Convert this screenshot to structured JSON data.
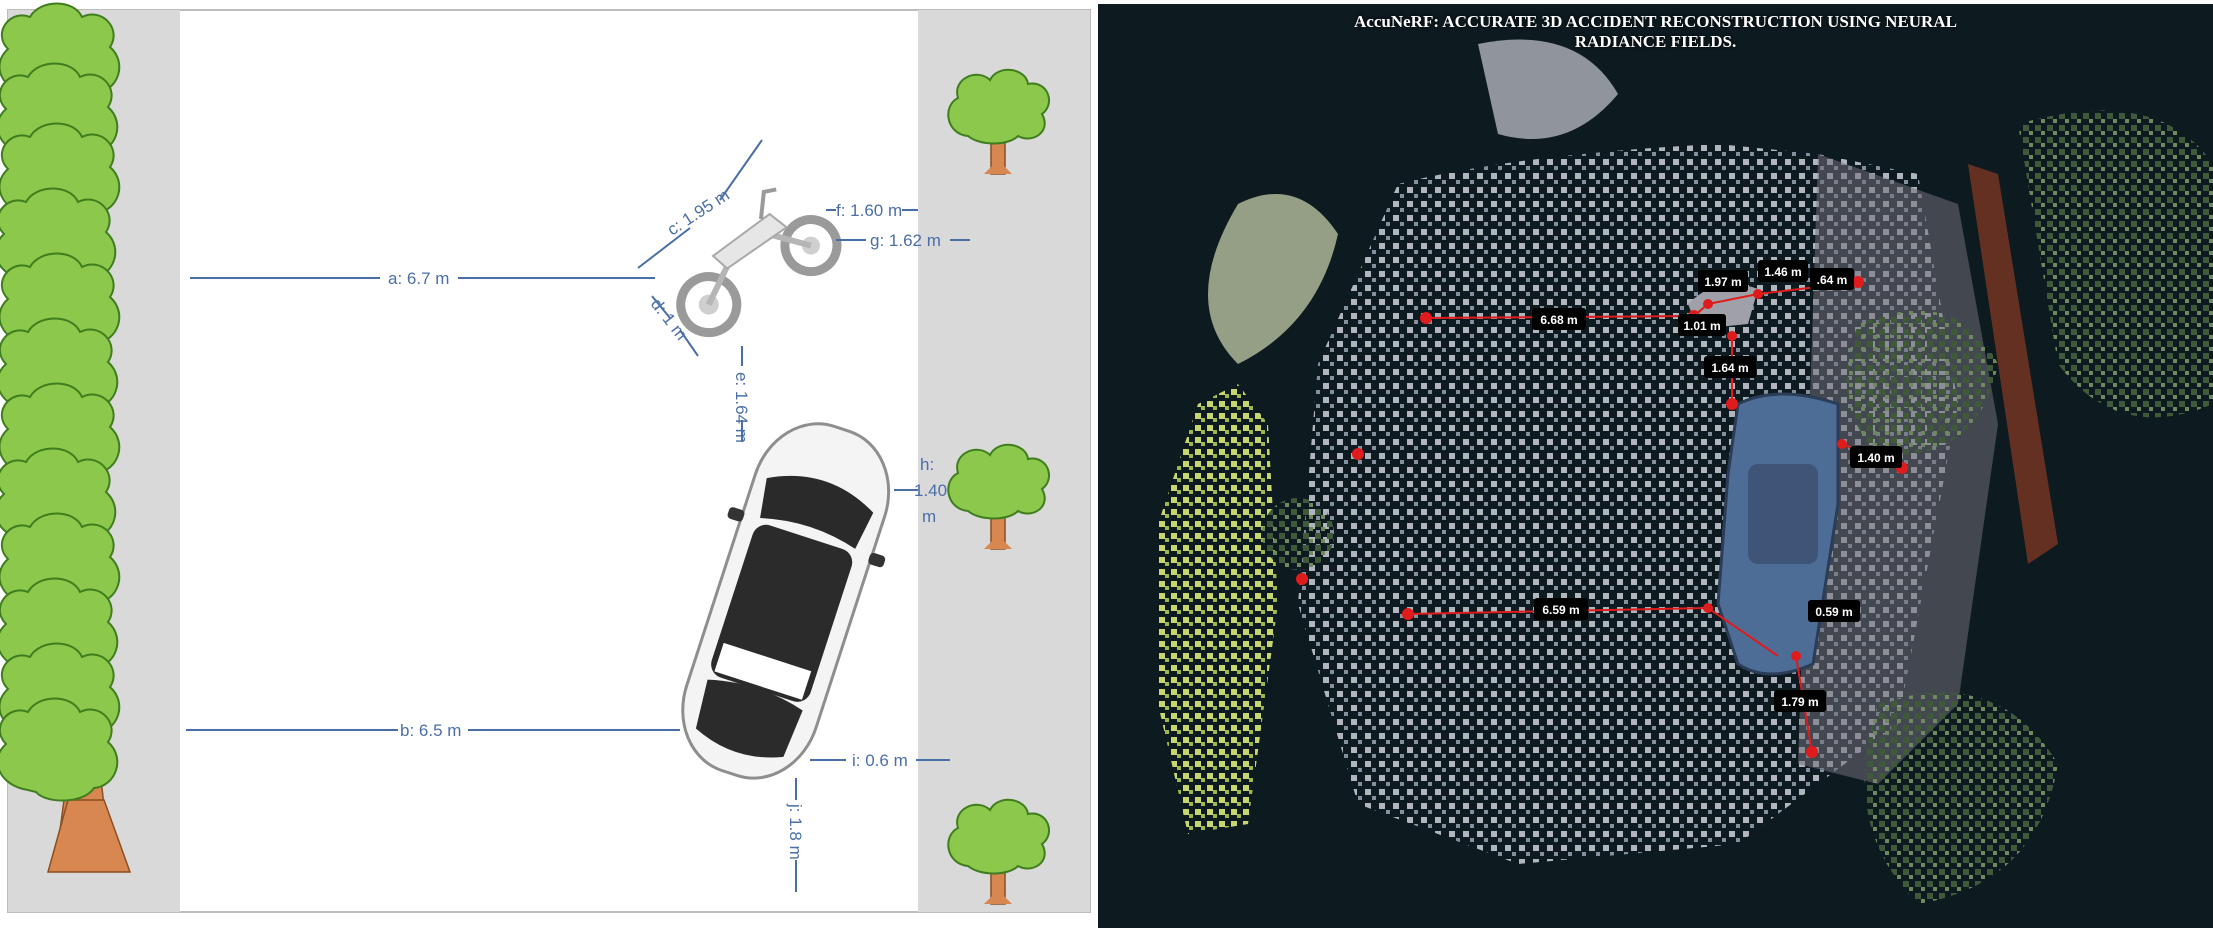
{
  "left_diagram": {
    "measurements": {
      "a": "a: 6.7 m",
      "b": "b: 6.5 m",
      "c": "c: 1.95 m",
      "d": "d: 1 m",
      "e": "e: 1.64 m",
      "f": "f: 1.60 m",
      "g": "g: 1.62 m",
      "h_line1": "h:",
      "h_line2": "1.40",
      "h_line3": "m",
      "i": "i: 0.6 m",
      "j": "j: 1.8 m"
    },
    "colors": {
      "road": "#ffffff",
      "sidewalk": "#d9d9d9",
      "tree_canopy": "#8cc84b",
      "tree_trunk": "#d7874f",
      "dimension_line": "#4a6fa8"
    }
  },
  "right_panel": {
    "title_line1": "AccuNeRF: ACCURATE 3D ACCIDENT RECONSTRUCTION USING NEURAL",
    "title_line2": "RADIANCE FIELDS.",
    "labels": {
      "m1": "6.68 m",
      "m2": "1.97 m",
      "m3": "1.46 m",
      "m4": ".64 m",
      "m5": "1.01 m",
      "m6": "1.64 m",
      "m7": "1.40 m",
      "m8": "6.59 m",
      "m9": "0.59 m",
      "m10": "1.79 m"
    },
    "colors": {
      "background": "#0d1a20",
      "measure_line": "#e01b1b",
      "label_bg": "#000000"
    }
  }
}
